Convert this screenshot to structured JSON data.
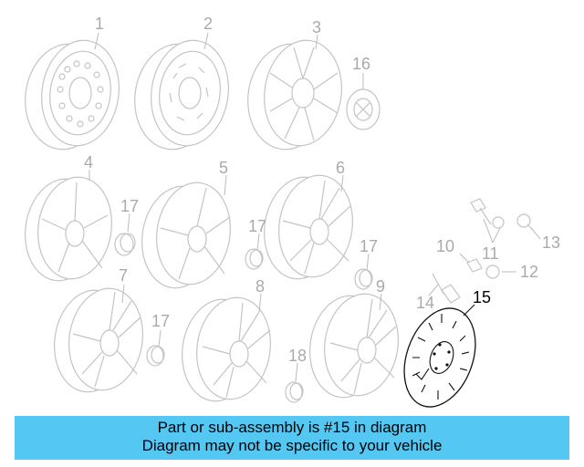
{
  "diagram": {
    "highlighted_part": "15",
    "callouts": {
      "c1": "1",
      "c2": "2",
      "c3": "3",
      "c4": "4",
      "c5": "5",
      "c6": "6",
      "c7": "7",
      "c8": "8",
      "c9": "9",
      "c10": "10",
      "c11": "11",
      "c12": "12",
      "c13": "13",
      "c14": "14",
      "c15": "15",
      "c16": "16",
      "c17a": "17",
      "c17b": "17",
      "c17c": "17",
      "c17d": "17",
      "c18": "18"
    }
  },
  "caption": {
    "line1": "Part or sub-assembly is #15 in diagram",
    "line2": "Diagram may not be specific to your vehicle",
    "background": "#55c7f3"
  }
}
